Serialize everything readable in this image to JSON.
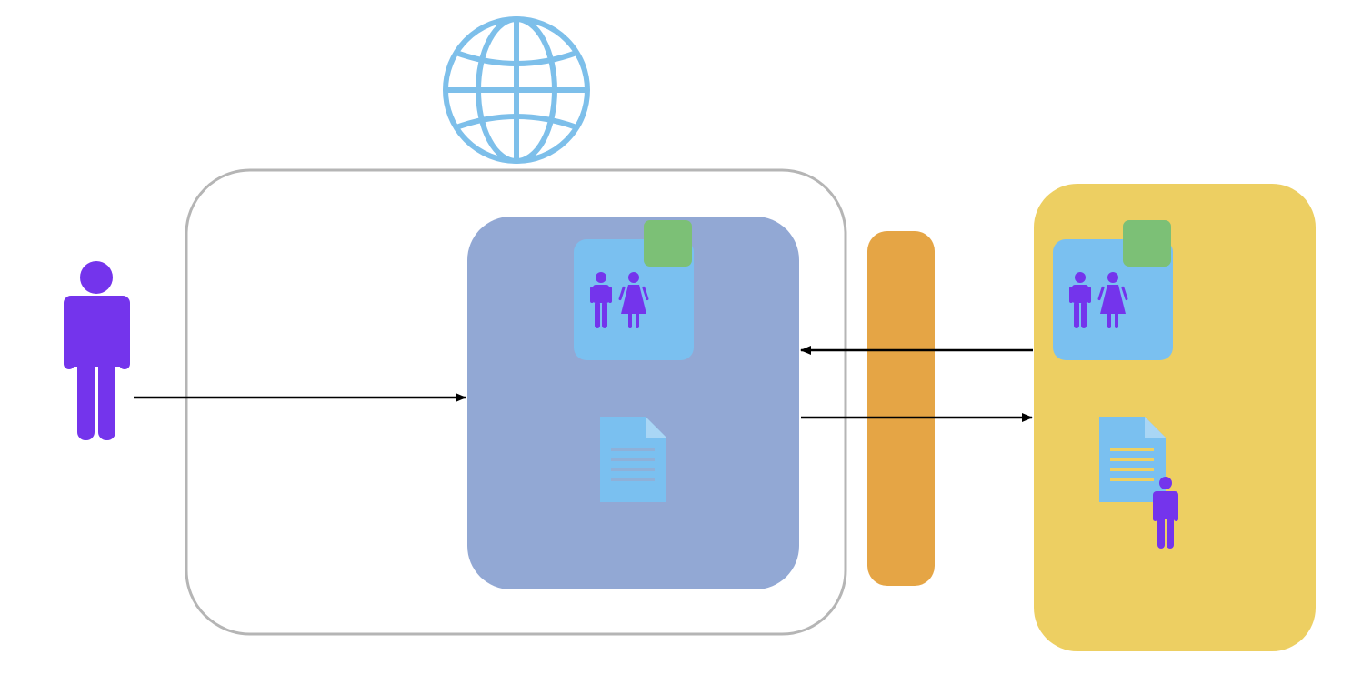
{
  "colors": {
    "background": "#ffffff",
    "person": "#7434ec",
    "globe": "#7dbfea",
    "outer_container_stroke": "#b5b5b5",
    "app_panel": "#92a8d4",
    "card": "#7ac0f0",
    "badge": "#7cc076",
    "document": "#7ac0f0",
    "document_lines_left": "#8fb0d8",
    "document_lines_right": "#edd063",
    "firewall": "#e5a545",
    "remote_panel": "#edcf62",
    "arrow": "#000000"
  },
  "icons": {
    "globe": "globe-icon",
    "user": "user-icon",
    "users_pair": "users-pair-icon",
    "document": "document-icon",
    "badge": "badge-square"
  },
  "diagram": {
    "nodes": [
      {
        "id": "external-user",
        "kind": "person"
      },
      {
        "id": "internet",
        "kind": "globe"
      },
      {
        "id": "hosted-environment",
        "kind": "container"
      },
      {
        "id": "application",
        "kind": "panel"
      },
      {
        "id": "firewall",
        "kind": "barrier"
      },
      {
        "id": "remote-environment",
        "kind": "panel"
      }
    ],
    "edges": [
      {
        "from": "external-user",
        "to": "application"
      },
      {
        "from": "remote-environment",
        "to": "application"
      },
      {
        "from": "application",
        "to": "remote-environment"
      }
    ]
  }
}
